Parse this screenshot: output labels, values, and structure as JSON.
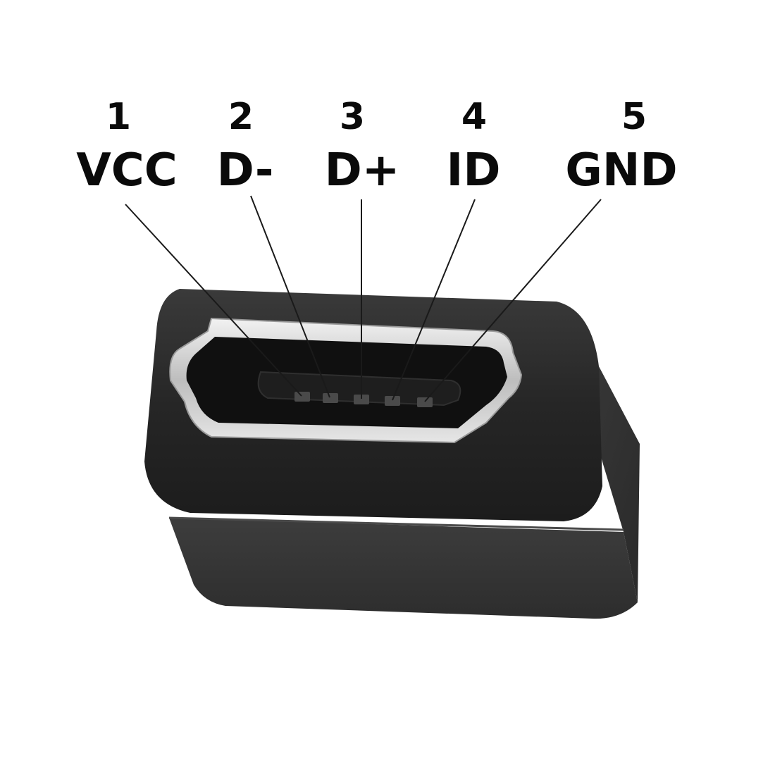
{
  "pins": [
    {
      "number": "1",
      "name": "VCC"
    },
    {
      "number": "2",
      "name": "D-"
    },
    {
      "number": "3",
      "name": "D+"
    },
    {
      "number": "4",
      "name": "ID"
    },
    {
      "number": "5",
      "name": "GND"
    }
  ],
  "colors": {
    "background": "#ffffff",
    "label_text": "#0a0a0a",
    "leader_line": "#1a1a1a",
    "housing_dark": "#2b2b2b",
    "housing_side": "#333333",
    "metal_shell": "#d8d8d8"
  }
}
